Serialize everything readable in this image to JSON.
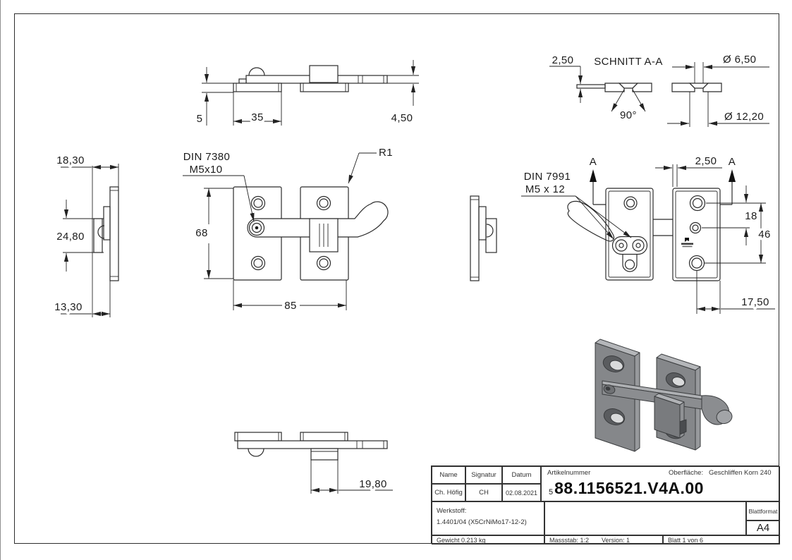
{
  "views": {
    "top": {
      "d5": "5",
      "d35": "35",
      "d450": "4,50"
    },
    "left": {
      "d1830": "18,30",
      "d2480": "24,80",
      "d1330": "13,30"
    },
    "front": {
      "din1": "DIN 7380",
      "din2": "M5x10",
      "r1": "R1",
      "d68": "68",
      "d85": "85"
    },
    "section": {
      "d250": "2,50",
      "title": "SCHNITT A-A",
      "dia650": "Ø 6,50",
      "ang90": "90°",
      "dia1220": "Ø 12,20"
    },
    "back": {
      "din1": "DIN 7991",
      "din2": "M5 x 12",
      "a_left": "A",
      "a_right": "A",
      "d250": "2,50",
      "d18": "18",
      "d46": "46",
      "d1750": "17,50"
    },
    "bottom": {
      "d1980": "19,80"
    }
  },
  "title_block": {
    "name_label": "Name",
    "signatur_label": "Signatur",
    "datum_label": "Datum",
    "name": "Ch. Höfig",
    "signatur": "CH",
    "datum": "02.08.2021",
    "artikel_label": "Artikelnummer",
    "artikel_prefix": "5",
    "artikel_nummer": "88.1156521.V4A.00",
    "oberflaeche_label": "Oberfläche:",
    "oberflaeche": "Geschliffen Korn 240",
    "werkstoff_label": "Werkstoff:",
    "werkstoff": "1.4401/04 (X5CrNiMo17-12-2)",
    "blattformat_label": "Blattformat",
    "blattformat": "A4",
    "gewicht": "Gewicht 0.213 kg",
    "massstab": "Massstab: 1:2",
    "version": "Version: 1",
    "blatt": "Blatt 1 von 6"
  },
  "colors": {
    "line": "#2b2b2b",
    "iso_body": "#85878a",
    "iso_top": "#b4b6b9",
    "iso_side": "#97999c"
  }
}
